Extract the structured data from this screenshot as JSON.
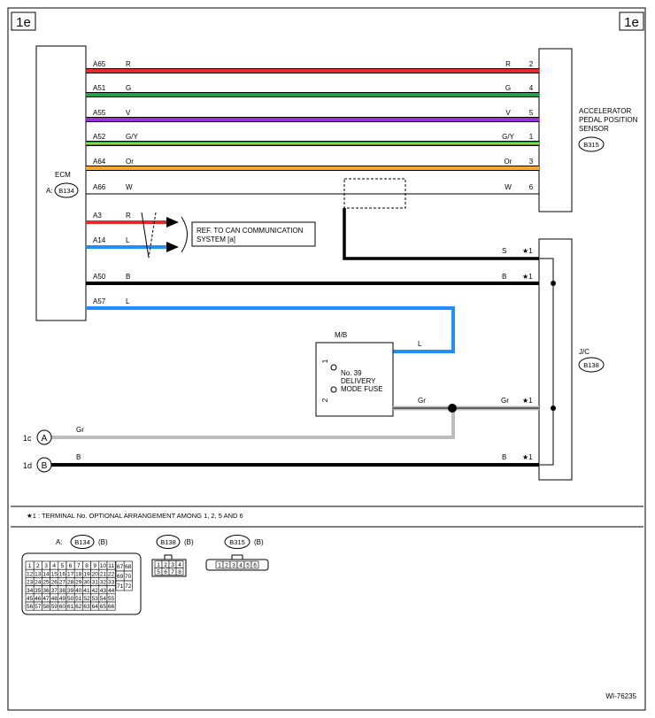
{
  "page_code": "1e",
  "figure_id": "WI-76235",
  "ecm": {
    "name": "ECM",
    "conn_prefix": "A:",
    "connector": "B134"
  },
  "sensor": {
    "name_lines": [
      "ACCELERATOR",
      "PEDAL POSITION",
      "SENSOR"
    ],
    "connector": "B315"
  },
  "jc": {
    "name": "J/C",
    "connector": "B138"
  },
  "mb": {
    "name": "M/B",
    "fuse_lines": [
      "No. 39",
      "DELIVERY",
      "MODE FUSE"
    ],
    "pin_top": "1",
    "pin_bottom": "2"
  },
  "ref_box": {
    "lines": [
      "REF. TO CAN COMMUNICATION",
      "SYSTEM  [a]"
    ]
  },
  "wires": [
    {
      "ecm_pin": "A65",
      "color_code": "R",
      "end_code": "R",
      "end_pin": "2",
      "color": "#e8282a"
    },
    {
      "ecm_pin": "A51",
      "color_code": "G",
      "end_code": "G",
      "end_pin": "4",
      "color": "#21a04a"
    },
    {
      "ecm_pin": "A55",
      "color_code": "V",
      "end_code": "V",
      "end_pin": "5",
      "color": "#9b30d9"
    },
    {
      "ecm_pin": "A52",
      "color_code": "G/Y",
      "end_code": "G/Y",
      "end_pin": "1",
      "color": "#21a04a",
      "stripe": "#f4e830"
    },
    {
      "ecm_pin": "A64",
      "color_code": "Or",
      "end_code": "Or",
      "end_pin": "3",
      "color": "#f4a82e"
    },
    {
      "ecm_pin": "A66",
      "color_code": "W",
      "end_code": "W",
      "end_pin": "6",
      "color": "#000000"
    }
  ],
  "can_wires": [
    {
      "ecm_pin": "A3",
      "color_code": "R",
      "color": "#e8282a"
    },
    {
      "ecm_pin": "A14",
      "color_code": "L",
      "color": "#1e90ff"
    }
  ],
  "shield_wire": {
    "code": "S",
    "mark": "★1"
  },
  "ground_wire": {
    "ecm_pin": "A50",
    "color_code": "B",
    "end_code": "B",
    "mark": "★1"
  },
  "a57_wire": {
    "ecm_pin": "A57",
    "color_code": "L",
    "end_code": "L"
  },
  "gr_wire": {
    "code_left": "Gr",
    "code_right": "Gr",
    "mark": "★1"
  },
  "conn_1c": {
    "label": "1c",
    "letter": "A",
    "code": "Gr"
  },
  "conn_1d": {
    "label": "1d",
    "letter": "B",
    "code": "B",
    "end_code": "B",
    "mark": "★1"
  },
  "note": "★1  : TERMINAL No. OPTIONAL ARRANGEMENT AMONG 1, 2, 5 AND 6",
  "connectors": {
    "b134": {
      "prefix": "A:",
      "id": "B134",
      "suffix": "(B)",
      "rows": [
        [
          "1",
          "2",
          "3",
          "4",
          "5",
          "6",
          "7",
          "8",
          "9",
          "10",
          "11"
        ],
        [
          "12",
          "13",
          "14",
          "15",
          "16",
          "17",
          "18",
          "19",
          "20",
          "21",
          "22"
        ],
        [
          "23",
          "24",
          "25",
          "26",
          "27",
          "28",
          "29",
          "30",
          "31",
          "32",
          "33"
        ],
        [
          "34",
          "35",
          "36",
          "37",
          "38",
          "39",
          "40",
          "41",
          "42",
          "43",
          "44"
        ],
        [
          "45",
          "46",
          "47",
          "48",
          "49",
          "50",
          "51",
          "52",
          "53",
          "54",
          "55"
        ],
        [
          "56",
          "57",
          "58",
          "59",
          "60",
          "61",
          "62",
          "63",
          "64",
          "65",
          "66"
        ]
      ],
      "side": [
        [
          "67",
          "68"
        ],
        [
          "69",
          "70"
        ],
        [
          "71",
          "72"
        ]
      ]
    },
    "b138": {
      "id": "B138",
      "suffix": "(B)",
      "rows": [
        [
          "1",
          "2",
          "3",
          "4"
        ],
        [
          "5",
          "6",
          "7",
          "8"
        ]
      ]
    },
    "b315": {
      "id": "B315",
      "suffix": "(B)",
      "pins": [
        "1",
        "2",
        "3",
        "4",
        "5",
        "6"
      ]
    }
  }
}
